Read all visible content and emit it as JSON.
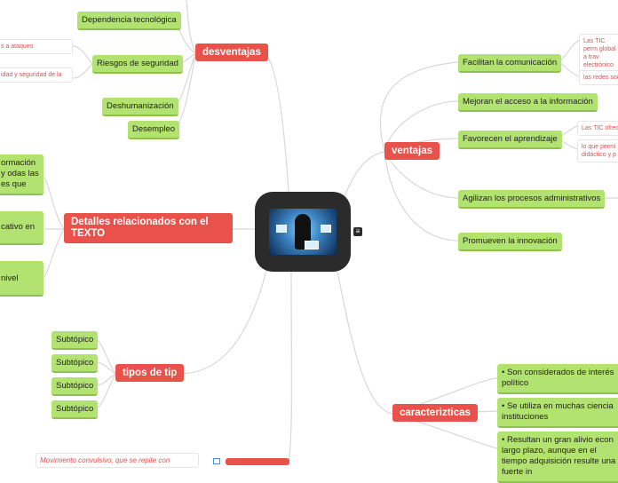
{
  "center": {
    "image": "technology-hands-image"
  },
  "desventajas": {
    "title": "desventajas",
    "items": [
      "Dependencia tecnológica",
      "Riesgos de seguridad",
      "Deshumanización",
      "Desempleo"
    ],
    "notes": [
      "s a ataques",
      "idad y seguridad de la"
    ]
  },
  "ventajas": {
    "title": "ventajas",
    "items": [
      "Facilitan la comunicación",
      "Mejoran el acceso a la información",
      "Favorecen el aprendizaje",
      "Agilizan los procesos administrativos",
      "Promueven la innovación"
    ],
    "notes": [
      "Las TIC perm global a trav electrónico",
      "las redes soc",
      "Las TIC ofrec",
      "lo que permi didáctico y p"
    ]
  },
  "detalles": {
    "title": "Detalles relacionados con el TEXTO",
    "items": [
      "ormación y odas las es que",
      "cativo en",
      "nivel"
    ]
  },
  "tipos": {
    "title": "tipos de tip",
    "items": [
      "Subtópico",
      "Subtópico",
      "Subtópico",
      "Subtópico"
    ]
  },
  "caracteristicas": {
    "title": "caracterizticas",
    "items": [
      "•      Son considerados de interés político",
      "•      Se utiliza en muchas ciencia instituciones",
      "•      Resultan un gran alivio econ largo plazo, aunque en el tiempo adquisición resulte una fuerte in"
    ]
  },
  "bottom_note": "Movimiento convulsivo, que se repite con",
  "colors": {
    "main": "#e8524a",
    "sub": "#b2e26f",
    "central": "#2b2b2b",
    "link": "#d6d6d6"
  }
}
